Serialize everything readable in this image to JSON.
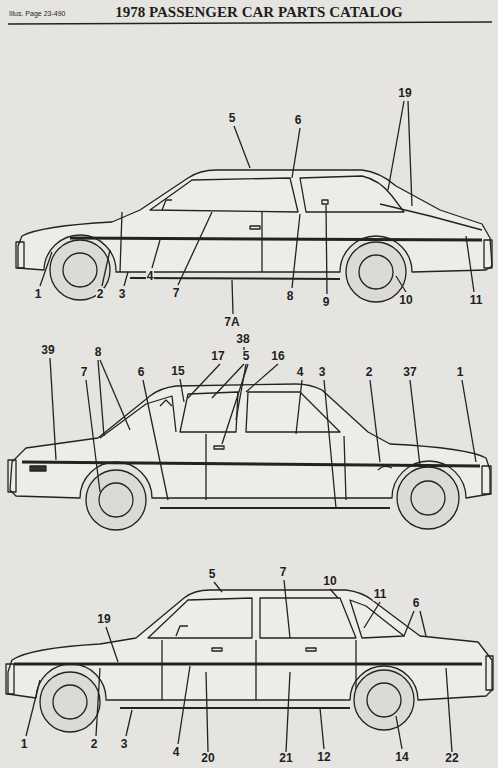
{
  "diagram": {
    "title": "1978 PASSENGER CAR PARTS CATALOG",
    "labels": [
      "Illus. Page 23-490",
      "5",
      "6",
      "19",
      "1",
      "2",
      "3",
      "4",
      "7",
      "7A",
      "8",
      "9",
      "10",
      "11",
      "39",
      "8",
      "7",
      "6",
      "15",
      "17",
      "5",
      "38",
      "16",
      "4",
      "3",
      "2",
      "37",
      "1",
      "5",
      "7",
      "10",
      "11",
      "6",
      "19",
      "1",
      "2",
      "3",
      "4",
      "20",
      "21",
      "12",
      "14",
      "22"
    ]
  }
}
